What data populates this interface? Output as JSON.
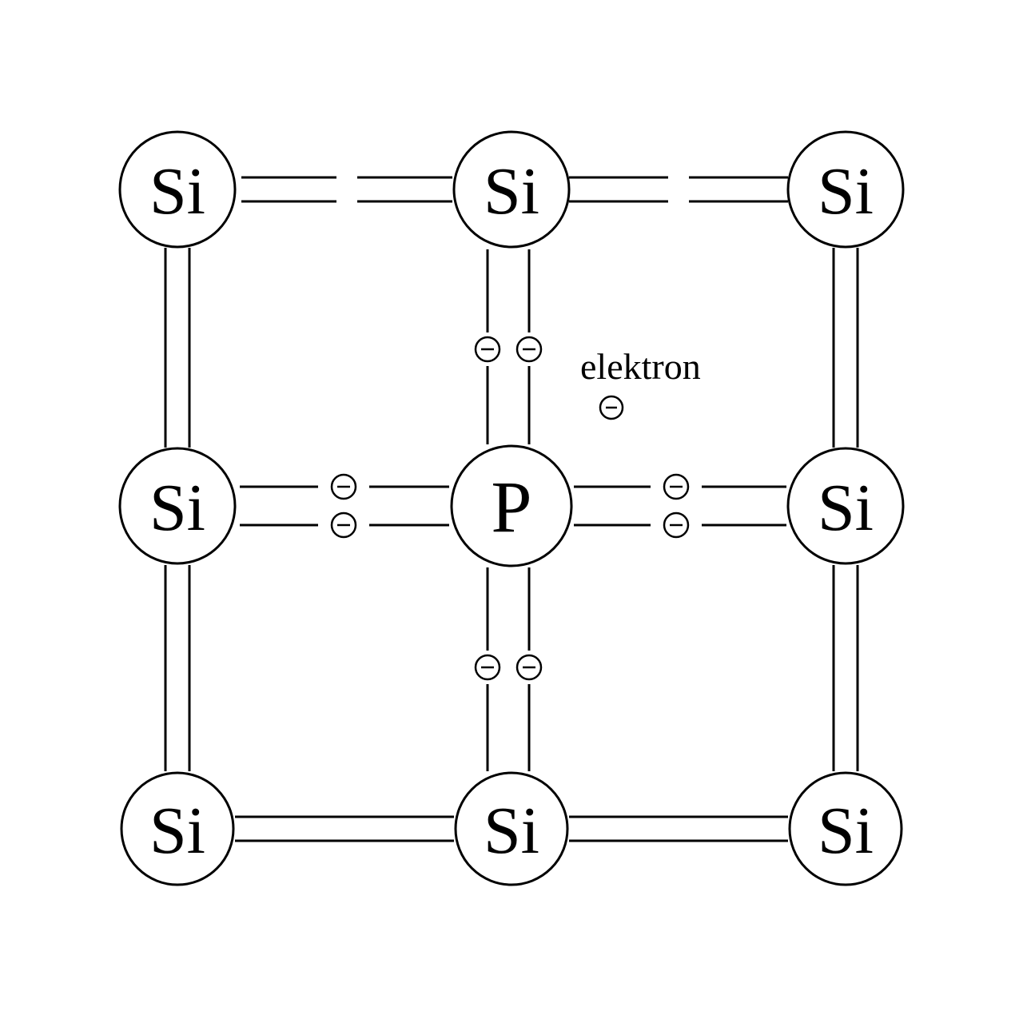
{
  "diagram": {
    "description": "n-type doping lattice: phosphorus atom in silicon crystal with free electron",
    "atoms": [
      {
        "id": "si-top-left",
        "symbol": "Si"
      },
      {
        "id": "si-top-middle",
        "symbol": "Si"
      },
      {
        "id": "si-top-right",
        "symbol": "Si"
      },
      {
        "id": "si-middle-left",
        "symbol": "Si"
      },
      {
        "id": "p-center",
        "symbol": "P"
      },
      {
        "id": "si-middle-right",
        "symbol": "Si"
      },
      {
        "id": "si-bottom-left",
        "symbol": "Si"
      },
      {
        "id": "si-bottom-middle",
        "symbol": "Si"
      },
      {
        "id": "si-bottom-right",
        "symbol": "Si"
      }
    ],
    "free_electron_label": "elektron",
    "electron_marker": "circled-minus",
    "colors": {
      "line": "#000000",
      "background": "#ffffff"
    }
  }
}
